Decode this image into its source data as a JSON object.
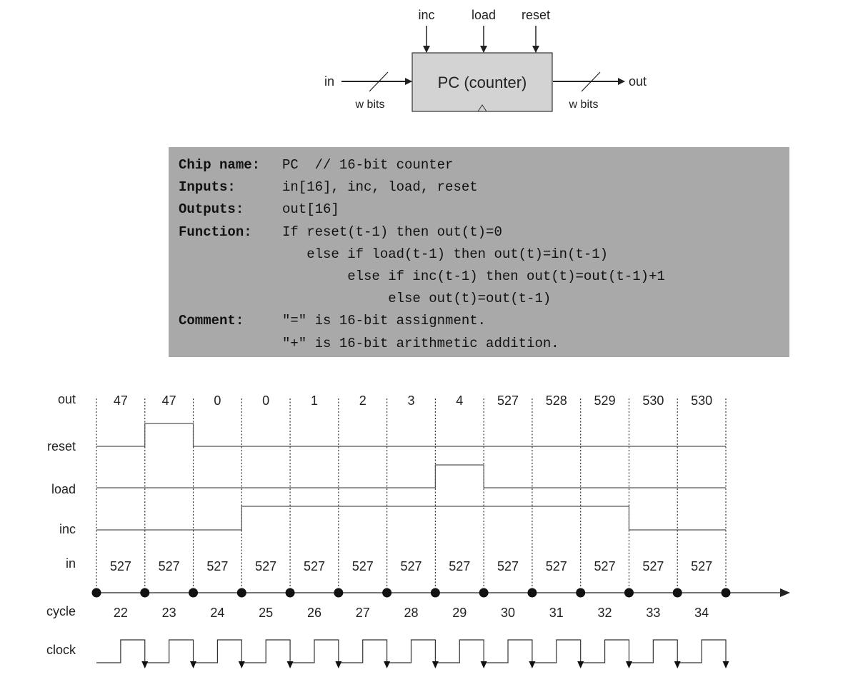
{
  "block": {
    "title": "PC (counter)",
    "control_inputs": [
      "inc",
      "load",
      "reset"
    ],
    "input_label": "in",
    "output_label": "out",
    "bus_width_in": "w bits",
    "bus_width_out": "w bits"
  },
  "spec": {
    "rows": [
      {
        "label": "Chip name:",
        "value": "PC  // 16-bit counter"
      },
      {
        "label": "Inputs:",
        "value": "in[16], inc, load, reset"
      },
      {
        "label": "Outputs:",
        "value": "out[16]"
      },
      {
        "label": "Function:",
        "value": "If reset(t-1) then out(t)=0"
      },
      {
        "label": "",
        "value": "   else if load(t-1) then out(t)=in(t-1)"
      },
      {
        "label": "",
        "value": "        else if inc(t-1) then out(t)=out(t-1)+1"
      },
      {
        "label": "",
        "value": "             else out(t)=out(t-1)"
      },
      {
        "label": "Comment:",
        "value": "\"=\" is 16-bit assignment."
      },
      {
        "label": "",
        "value": "\"+\" is 16-bit arithmetic addition."
      }
    ]
  },
  "timing": {
    "row_labels": {
      "out": "out",
      "reset": "reset",
      "load": "load",
      "inc": "inc",
      "in": "in",
      "cycle": "cycle",
      "clock": "clock"
    },
    "cycles": [
      "22",
      "23",
      "24",
      "25",
      "26",
      "27",
      "28",
      "29",
      "30",
      "31",
      "32",
      "33",
      "34"
    ],
    "out": [
      "47",
      "47",
      "0",
      "0",
      "1",
      "2",
      "3",
      "4",
      "527",
      "528",
      "529",
      "530",
      "530"
    ],
    "in": [
      "527",
      "527",
      "527",
      "527",
      "527",
      "527",
      "527",
      "527",
      "527",
      "527",
      "527",
      "527",
      "527"
    ],
    "reset": [
      0,
      1,
      0,
      0,
      0,
      0,
      0,
      0,
      0,
      0,
      0,
      0,
      0
    ],
    "load": [
      0,
      0,
      0,
      0,
      0,
      0,
      0,
      1,
      0,
      0,
      0,
      0,
      0
    ],
    "inc": [
      0,
      0,
      0,
      1,
      1,
      1,
      1,
      1,
      1,
      1,
      1,
      0,
      0
    ]
  }
}
